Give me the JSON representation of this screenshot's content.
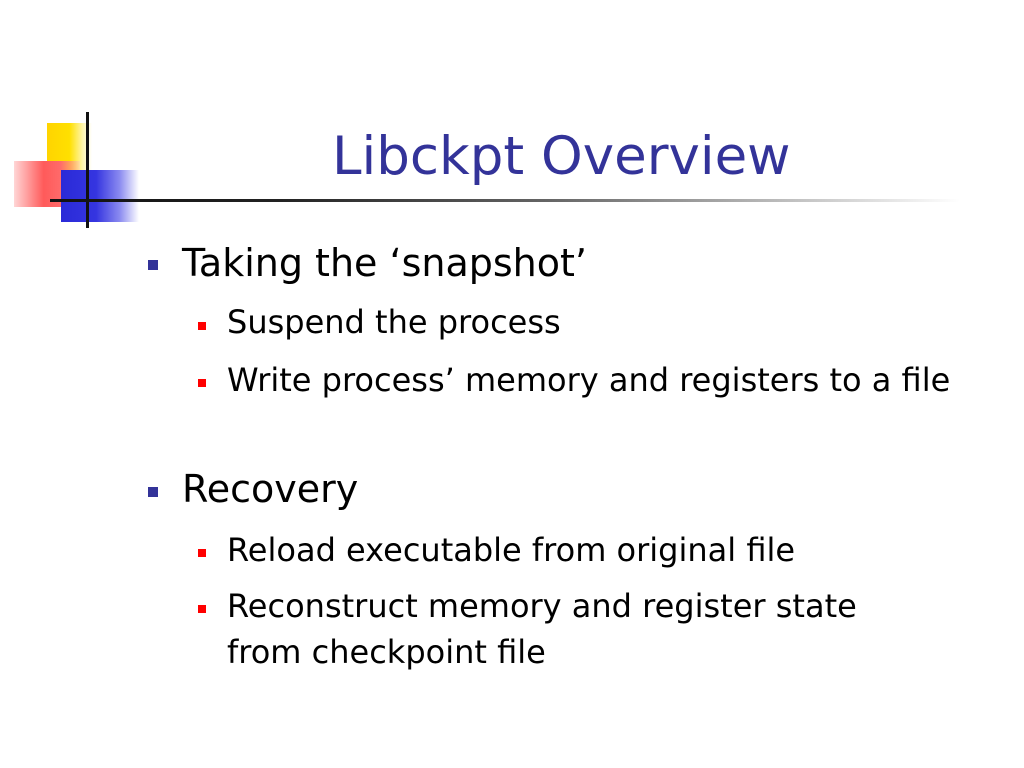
{
  "slide": {
    "title": "Libckpt Overview",
    "bullets": [
      {
        "text": "Taking the ‘snapshot’",
        "subs": [
          "Suspend the process",
          "Write process’ memory and registers to a file"
        ]
      },
      {
        "text": "Recovery",
        "subs": [
          "Reload executable from original file",
          "Reconstruct memory and register state from checkpoint file"
        ]
      }
    ]
  },
  "colors": {
    "title": "#333399",
    "level1_bullet": "#333399",
    "level2_bullet": "#ff0000",
    "logo_yellow": "#ffd400",
    "logo_red": "#ff5a5a",
    "logo_blue": "#2a2ad8"
  }
}
